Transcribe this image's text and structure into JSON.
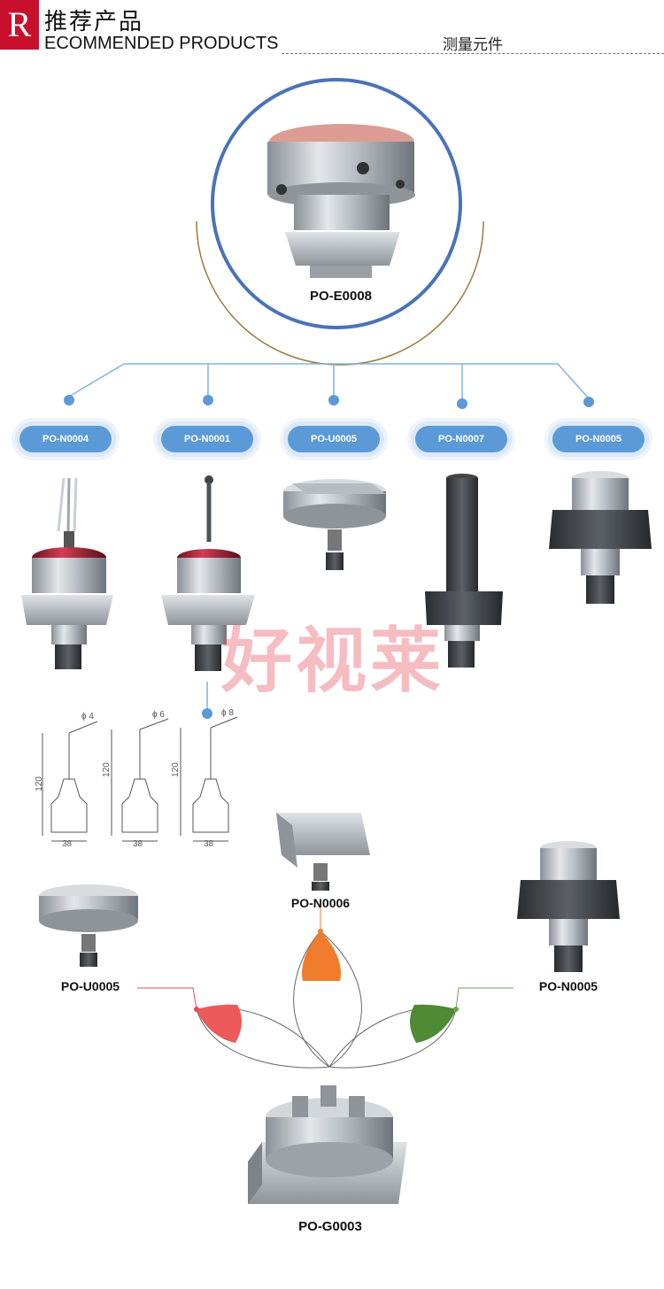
{
  "header": {
    "logo_letter": "R",
    "title_cn": "推荐产品",
    "title_en": "ECOMMENDED PRODUCTS",
    "category": "测量元件"
  },
  "main_product": {
    "label": "PO-E0008"
  },
  "branches": [
    {
      "label": "PO-N0004"
    },
    {
      "label": "PO-N0001"
    },
    {
      "label": "PO-U0005"
    },
    {
      "label": "PO-N0007"
    },
    {
      "label": "PO-N0005"
    }
  ],
  "watermark": "好视莱",
  "drawings": [
    {
      "diameter": "ϕ 4",
      "height": "120",
      "width": "38"
    },
    {
      "diameter": "ϕ 6",
      "height": "120",
      "width": "38"
    },
    {
      "diameter": "ϕ 8",
      "height": "120",
      "width": "38"
    }
  ],
  "bottom": {
    "top_label": "PO-N0006",
    "left_label": "PO-U0005",
    "right_label": "PO-N0005",
    "base_label": "PO-G0003"
  },
  "colors": {
    "brand_red": "#c8102e",
    "circle_blue": "#4a72b8",
    "arc_gold": "#9a7a3a",
    "line_blue": "#7fb3e0",
    "pill_blue": "#5b9ad6",
    "petal_orange": "#ef7d2d",
    "petal_red": "#ee5a5a",
    "petal_green": "#4f8a35"
  }
}
